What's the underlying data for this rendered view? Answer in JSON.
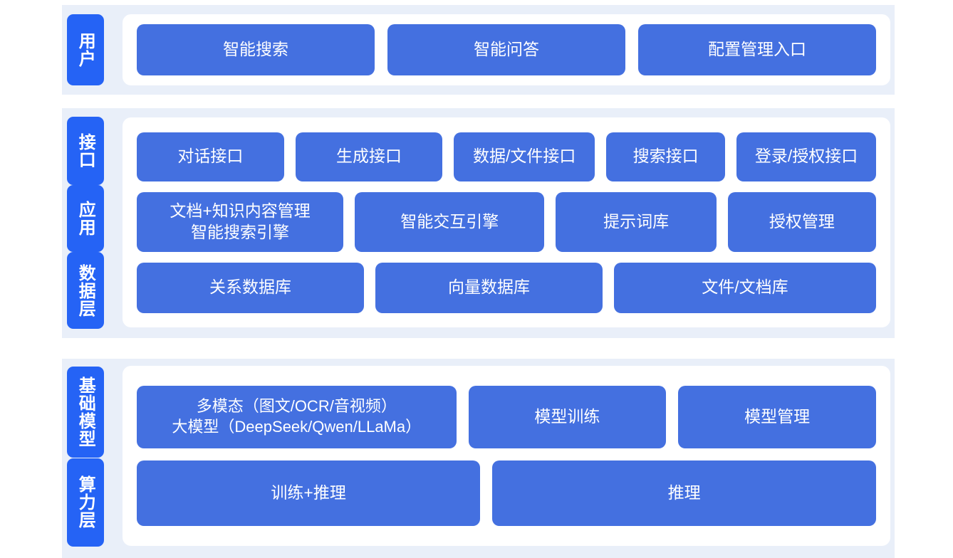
{
  "colors": {
    "page_background": "#ffffff",
    "band_background": "#e9eff9",
    "card_background": "#ffffff",
    "label_tile": "#2563f5",
    "box_fill": "#4470e0",
    "box_text": "#ffffff"
  },
  "diagram": {
    "type": "layered-architecture",
    "sections": [
      {
        "id": "user",
        "labels": [
          "用户"
        ],
        "rows": [
          {
            "id": "user-entries",
            "boxes": [
              {
                "label": "智能搜索"
              },
              {
                "label": "智能问答"
              },
              {
                "label": "配置管理入口"
              }
            ]
          }
        ]
      },
      {
        "id": "application",
        "labels": [
          "接口",
          "应用",
          "数据层"
        ],
        "rows": [
          {
            "id": "interface-apis",
            "boxes": [
              {
                "label": "对话接口",
                "flex": 1.08
              },
              {
                "label": "生成接口",
                "flex": 1.08
              },
              {
                "label": "数据/文件接口",
                "flex": 1.03
              },
              {
                "label": "搜索接口",
                "flex": 0.86
              },
              {
                "label": "登录/授权接口",
                "flex": 1.02
              }
            ]
          },
          {
            "id": "application-engines",
            "boxes": [
              {
                "label": "文档+知识内容管理\n智能搜索引擎",
                "flex": 1.29
              },
              {
                "label": "智能交互引擎",
                "flex": 1.18
              },
              {
                "label": "提示词库",
                "flex": 0.99
              },
              {
                "label": "授权管理",
                "flex": 0.91
              }
            ]
          },
          {
            "id": "data-stores",
            "boxes": [
              {
                "label": "关系数据库",
                "flex": 1.0
              },
              {
                "label": "向量数据库",
                "flex": 1.0
              },
              {
                "label": "文件/文档库",
                "flex": 1.16
              }
            ]
          }
        ]
      },
      {
        "id": "infrastructure",
        "labels": [
          "基础模型",
          "算力层"
        ],
        "rows": [
          {
            "id": "foundation-models",
            "boxes": [
              {
                "label": "多模态（图文/OCR/音视频）\n大模型（DeepSeek/Qwen/LLaMa）",
                "flex": 1.38
              },
              {
                "label": "模型训练",
                "flex": 0.84
              },
              {
                "label": "模型管理",
                "flex": 0.84
              }
            ]
          },
          {
            "id": "compute-layer",
            "boxes": [
              {
                "label": "训练+推理",
                "flex": 1.0
              },
              {
                "label": "推理",
                "flex": 1.12
              }
            ]
          }
        ]
      }
    ]
  }
}
